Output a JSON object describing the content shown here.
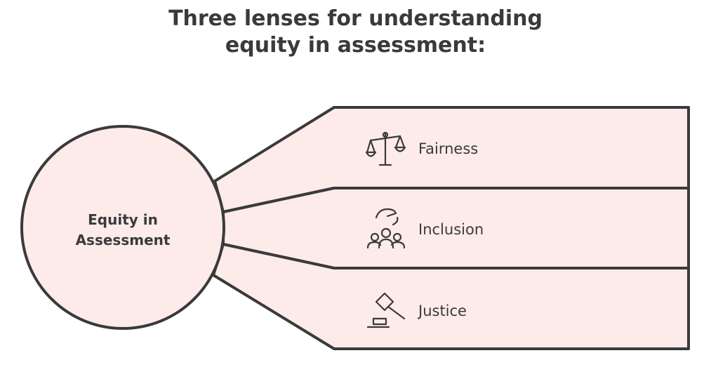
{
  "title": {
    "line1": "Three lenses for understanding",
    "line2": "equity in assessment:"
  },
  "center": {
    "line1": "Equity in",
    "line2": "Assessment"
  },
  "branches": [
    {
      "label": "Fairness",
      "icon": "scales-icon"
    },
    {
      "label": "Inclusion",
      "icon": "group-hand-icon"
    },
    {
      "label": "Justice",
      "icon": "gavel-icon"
    }
  ],
  "colors": {
    "fill": "#fdebea",
    "stroke": "#3a3a3a"
  }
}
